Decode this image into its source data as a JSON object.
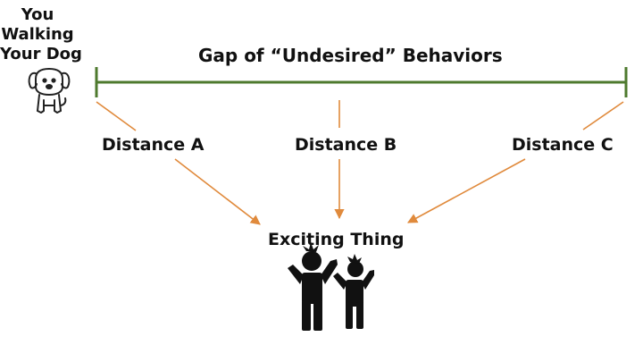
{
  "you_label": {
    "lines": [
      "You",
      "Walking",
      "Your Dog"
    ]
  },
  "dog": {
    "icon": "dog-icon"
  },
  "gap": {
    "label": "Gap of “Undesired” Behaviors",
    "color": "#4e7a2e"
  },
  "distances": [
    {
      "label": "Distance A"
    },
    {
      "label": "Distance B"
    },
    {
      "label": "Distance C"
    }
  ],
  "arrow_color": "#e08a3c",
  "target": {
    "label": "Exciting Thing",
    "icon": "excited-people-icon"
  }
}
